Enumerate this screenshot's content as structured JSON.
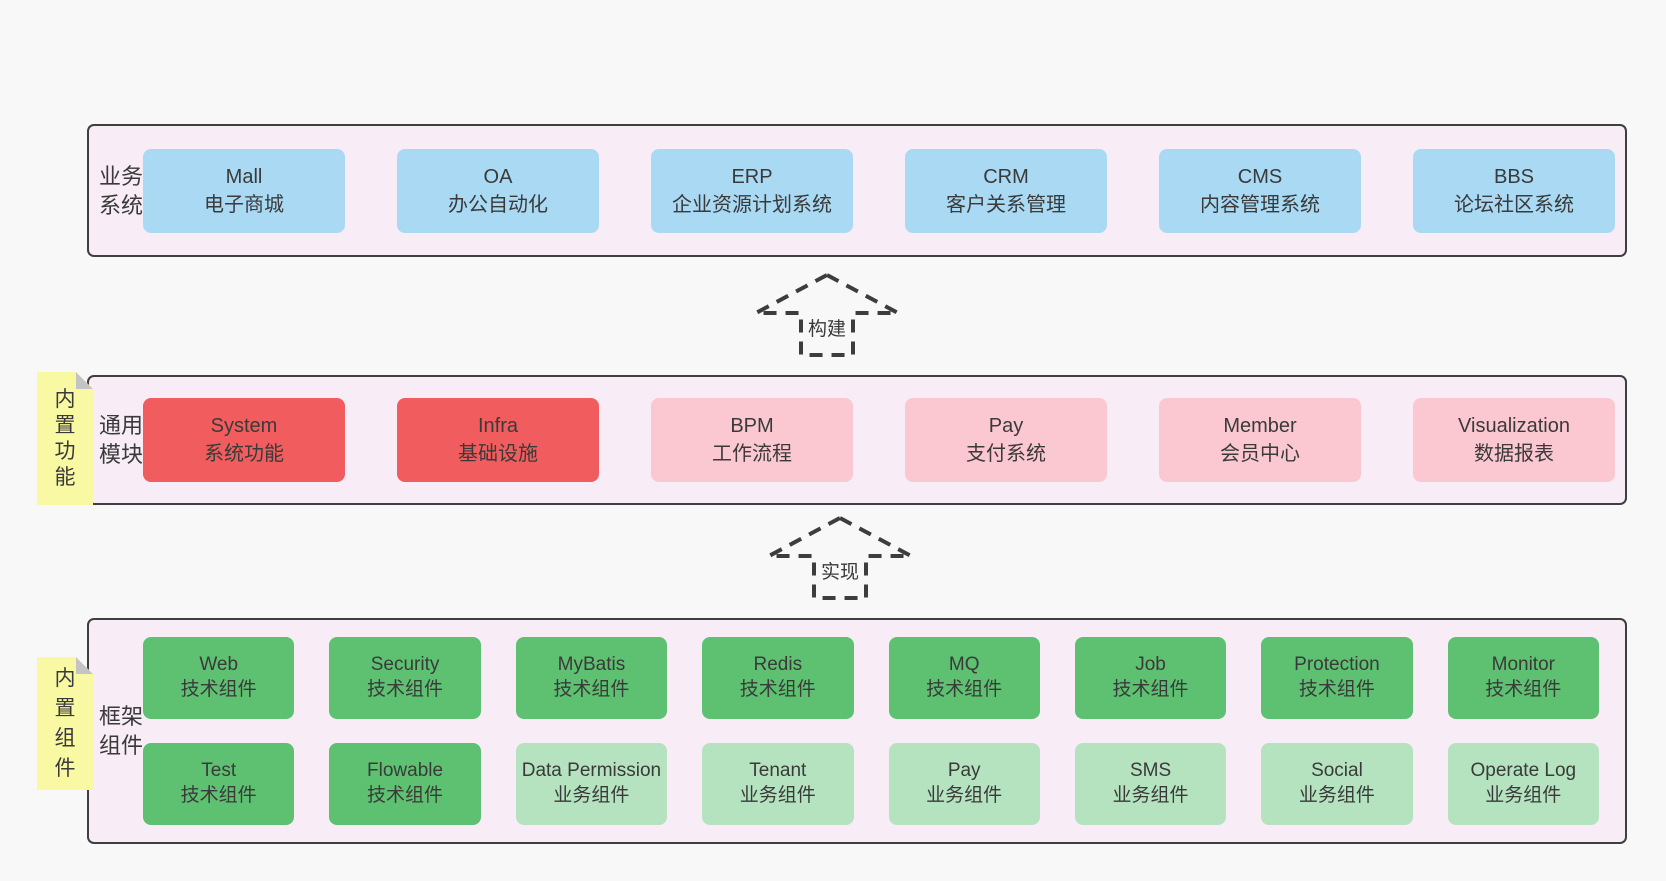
{
  "colors": {
    "page_bg": "#f8f8f8",
    "panel_bg": "#f8ecf6",
    "panel_border": "#3f3f3f",
    "text": "#3a3a3a",
    "arrow": "#3d3d3d",
    "note_bg": "#f9f8a3",
    "note_fold": "#c4c4c4",
    "blue": "#a9d9f3",
    "red": "#f15d5e",
    "pink": "#fbc8d1",
    "green": "#5dc171",
    "green_light": "#b5e3bf"
  },
  "panels": [
    {
      "label": "业务系统",
      "note": "",
      "rows": [
        [
          {
            "en": "Mall",
            "zh": "电子商城",
            "color": "blue"
          },
          {
            "en": "OA",
            "zh": "办公自动化",
            "color": "blue"
          },
          {
            "en": "ERP",
            "zh": "企业资源计划系统",
            "color": "blue"
          },
          {
            "en": "CRM",
            "zh": "客户关系管理",
            "color": "blue"
          },
          {
            "en": "CMS",
            "zh": "内容管理系统",
            "color": "blue"
          },
          {
            "en": "BBS",
            "zh": "论坛社区系统",
            "color": "blue"
          }
        ]
      ]
    },
    {
      "label": "通用模块",
      "note": "内置功能",
      "rows": [
        [
          {
            "en": "System",
            "zh": "系统功能",
            "color": "red"
          },
          {
            "en": "Infra",
            "zh": "基础设施",
            "color": "red"
          },
          {
            "en": "BPM",
            "zh": "工作流程",
            "color": "pink"
          },
          {
            "en": "Pay",
            "zh": "支付系统",
            "color": "pink"
          },
          {
            "en": "Member",
            "zh": "会员中心",
            "color": "pink"
          },
          {
            "en": "Visualization",
            "zh": "数据报表",
            "color": "pink"
          }
        ]
      ]
    },
    {
      "label": "框架组件",
      "note": "内置组件",
      "rows": [
        [
          {
            "en": "Web",
            "zh": "技术组件",
            "color": "green"
          },
          {
            "en": "Security",
            "zh": "技术组件",
            "color": "green"
          },
          {
            "en": "MyBatis",
            "zh": "技术组件",
            "color": "green"
          },
          {
            "en": "Redis",
            "zh": "技术组件",
            "color": "green"
          },
          {
            "en": "MQ",
            "zh": "技术组件",
            "color": "green"
          },
          {
            "en": "Job",
            "zh": "技术组件",
            "color": "green"
          },
          {
            "en": "Protection",
            "zh": "技术组件",
            "color": "green"
          },
          {
            "en": "Monitor",
            "zh": "技术组件",
            "color": "green"
          }
        ],
        [
          {
            "en": "Test",
            "zh": "技术组件",
            "color": "green"
          },
          {
            "en": "Flowable",
            "zh": "技术组件",
            "color": "green"
          },
          {
            "en": "Data Permission",
            "zh": "业务组件",
            "color": "green_light"
          },
          {
            "en": "Tenant",
            "zh": "业务组件",
            "color": "green_light"
          },
          {
            "en": "Pay",
            "zh": "业务组件",
            "color": "green_light"
          },
          {
            "en": "SMS",
            "zh": "业务组件",
            "color": "green_light"
          },
          {
            "en": "Social",
            "zh": "业务组件",
            "color": "green_light"
          },
          {
            "en": "Operate Log",
            "zh": "业务组件",
            "color": "green_light"
          }
        ]
      ]
    }
  ],
  "arrows": [
    {
      "label": "构建"
    },
    {
      "label": "实现"
    }
  ]
}
